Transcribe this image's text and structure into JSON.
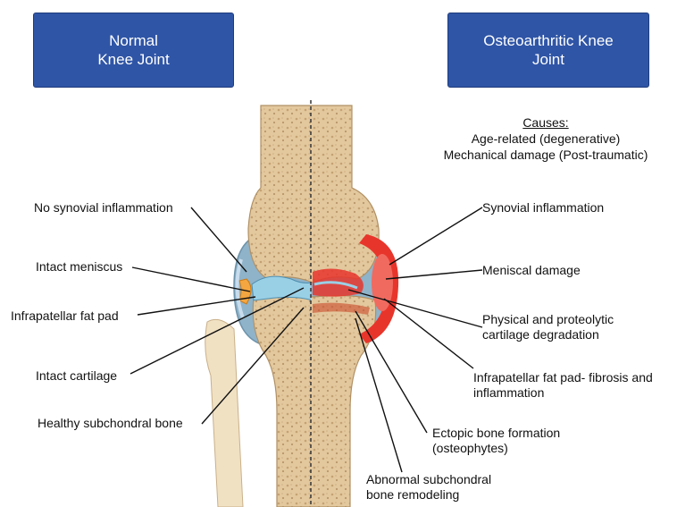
{
  "headers": {
    "left": [
      "Normal",
      "Knee Joint"
    ],
    "right": [
      "Osteoarthritic Knee",
      "Joint"
    ]
  },
  "causes": {
    "title": "Causes:",
    "items": [
      "Age-related (degenerative)",
      "Mechanical damage (Post-traumatic)"
    ]
  },
  "left_labels": {
    "synovial": "No synovial inflammation",
    "meniscus": "Intact meniscus",
    "fatpad": "Infrapatellar fat pad",
    "cartilage": "Intact cartilage",
    "bone": "Healthy subchondral bone"
  },
  "right_labels": {
    "synovial": "Synovial inflammation",
    "meniscal": "Meniscal damage",
    "cartilage": [
      "Physical and proteolytic",
      "cartilage degradation"
    ],
    "fatpad": [
      "Infrapatellar fat pad- fibrosis and",
      "inflammation"
    ],
    "ectopic": [
      "Ectopic bone formation",
      "(osteophytes)"
    ],
    "abnormal": [
      "Abnormal subchondral",
      "bone remodeling"
    ]
  },
  "colors": {
    "header_fill": "#2f55a6",
    "bone": "#e3c89e",
    "bone_dots": "#b9966b",
    "capsule": "#8fb3c9",
    "cartilage": "#9ad0e6",
    "fat_pad": "#f4a640",
    "inflammation": "#e8352b"
  }
}
